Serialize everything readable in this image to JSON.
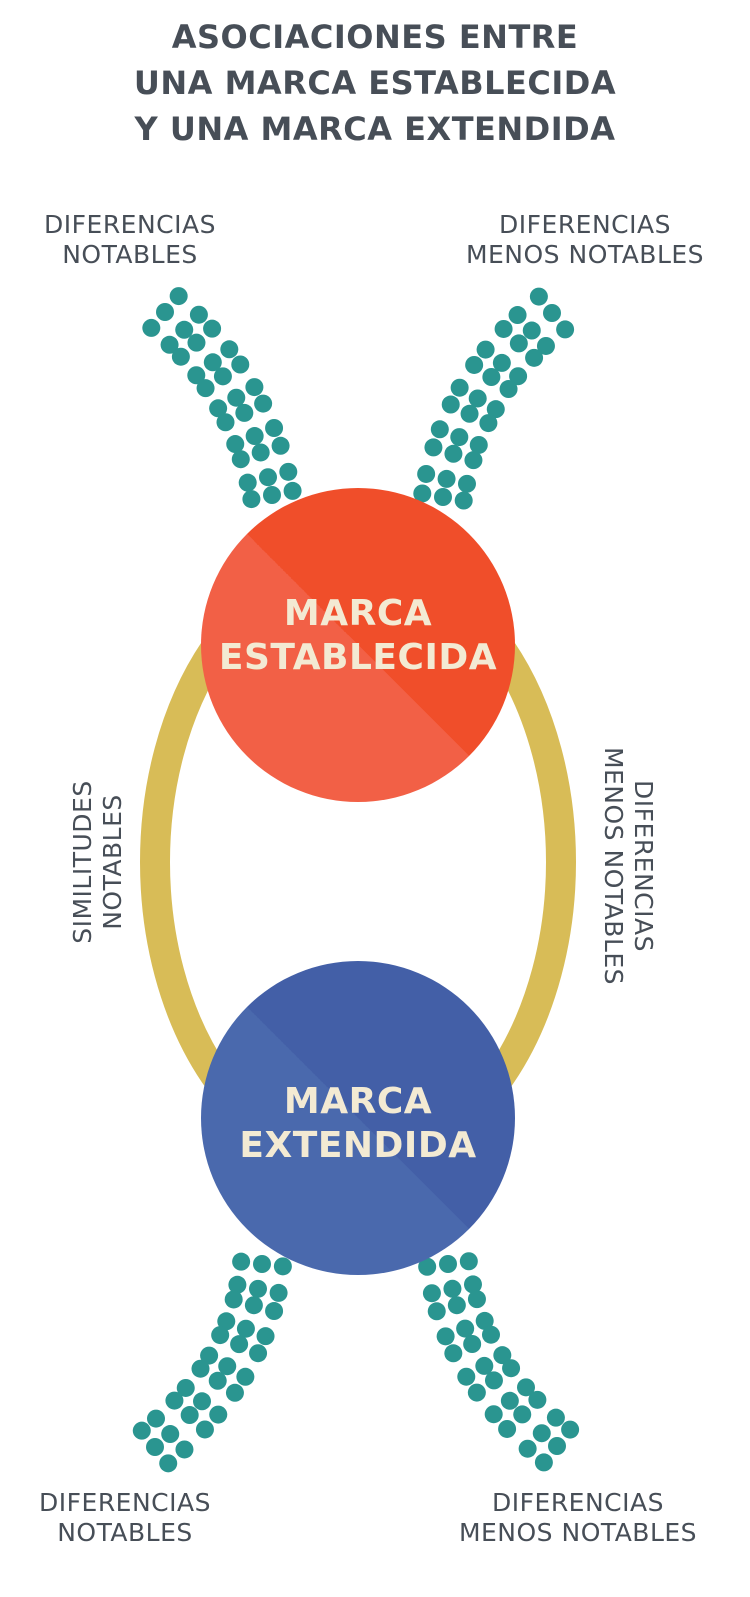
{
  "title": {
    "lines": [
      "ASOCIACIONES ENTRE",
      "UNA MARCA ESTABLECIDA",
      "Y UNA MARCA EXTENDIDA"
    ]
  },
  "labels": {
    "top_left": [
      "DIFERENCIAS",
      "NOTABLES"
    ],
    "top_right": [
      "DIFERENCIAS",
      "MENOS NOTABLES"
    ],
    "left_side": [
      "SIMILITUDES",
      "NOTABLES"
    ],
    "right_side": [
      "DIFERENCIAS",
      "MENOS NOTABLES"
    ],
    "bottom_left": [
      "DIFERENCIAS",
      "NOTABLES"
    ],
    "bottom_right": [
      "DIFERENCIAS",
      "MENOS NOTABLES"
    ]
  },
  "circles": {
    "established": {
      "lines": [
        "MARCA",
        "ESTABLECIDA"
      ],
      "color": "#f04e2a"
    },
    "extended": {
      "lines": [
        "MARCA",
        "EXTENDIDA"
      ],
      "color": "#4462a8"
    }
  },
  "colors": {
    "ring": "#d8bc57",
    "dots": "#2a9590",
    "text": "#474e57",
    "circle_text": "#f3ead3"
  }
}
